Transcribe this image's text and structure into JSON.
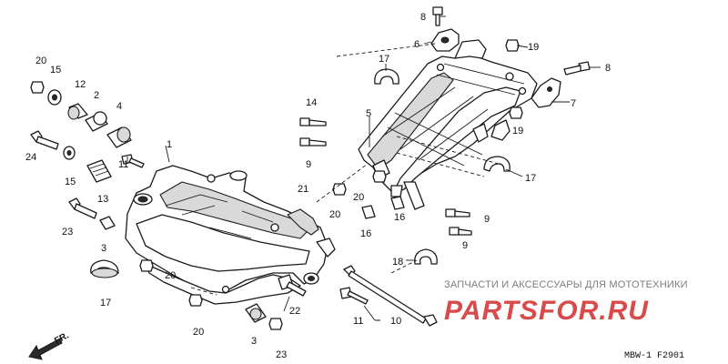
{
  "diagram_code": "MBW-1 F2901",
  "direction_label": "FR.",
  "watermark": {
    "top_line": "ЗАПЧАСТИ И АКСЕССУАРЫ ДЛЯ МОТОТЕХНИКИ",
    "logo": "PARTSFOR.RU",
    "color": "#d94b4b"
  },
  "callouts": {
    "c1": "1",
    "c2": "2",
    "c3a": "3",
    "c3b": "3",
    "c4": "4",
    "c5": "5",
    "c6": "6",
    "c7": "7",
    "c8a": "8",
    "c8b": "8",
    "c9a": "9",
    "c9b": "9",
    "c9c": "9",
    "c10": "10",
    "c11a": "11",
    "c11b": "11",
    "c12": "12",
    "c13": "13",
    "c14": "14",
    "c15a": "15",
    "c15b": "15",
    "c16a": "16",
    "c16b": "16",
    "c17a": "17",
    "c17b": "17",
    "c17c": "17",
    "c18": "18",
    "c19a": "19",
    "c19b": "19",
    "c20a": "20",
    "c20b": "20",
    "c20c": "20",
    "c20d": "20",
    "c20e": "20",
    "c21": "21",
    "c22": "22",
    "c23a": "23",
    "c23b": "23",
    "c24": "24"
  }
}
